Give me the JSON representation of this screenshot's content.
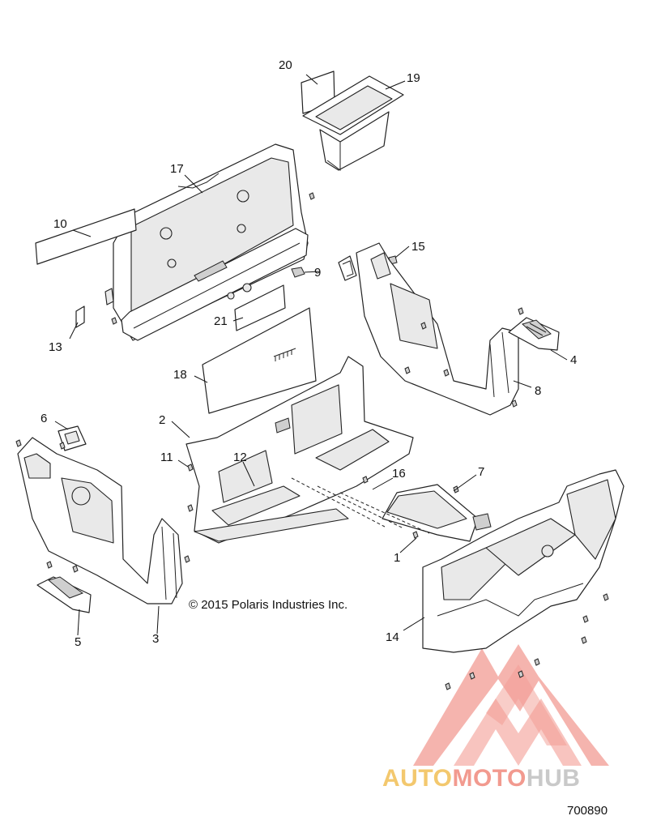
{
  "diagram": {
    "callouts": [
      {
        "id": "c1",
        "text": "1"
      },
      {
        "id": "c2",
        "text": "2"
      },
      {
        "id": "c3",
        "text": "3"
      },
      {
        "id": "c4",
        "text": "4"
      },
      {
        "id": "c5",
        "text": "5"
      },
      {
        "id": "c6",
        "text": "6"
      },
      {
        "id": "c7",
        "text": "7"
      },
      {
        "id": "c8",
        "text": "8"
      },
      {
        "id": "c9",
        "text": "9"
      },
      {
        "id": "c10",
        "text": "10"
      },
      {
        "id": "c11",
        "text": "11"
      },
      {
        "id": "c12",
        "text": "12"
      },
      {
        "id": "c13",
        "text": "13"
      },
      {
        "id": "c14",
        "text": "14"
      },
      {
        "id": "c15",
        "text": "15"
      },
      {
        "id": "c16",
        "text": "16"
      },
      {
        "id": "c17",
        "text": "17"
      },
      {
        "id": "c18",
        "text": "18"
      },
      {
        "id": "c19",
        "text": "19"
      },
      {
        "id": "c20",
        "text": "20"
      },
      {
        "id": "c21",
        "text": "21"
      }
    ],
    "copyright": "© 2015 Polaris Industries Inc.",
    "drawing_number": "700890"
  },
  "watermark": {
    "part1": "AUTO",
    "part2": "MOTO",
    "part3": "HUB",
    "colors": {
      "auto": "#f3c86e",
      "moto": "#f29a8f",
      "hub": "#c9c9c9",
      "triangle": "#f08a80"
    }
  }
}
